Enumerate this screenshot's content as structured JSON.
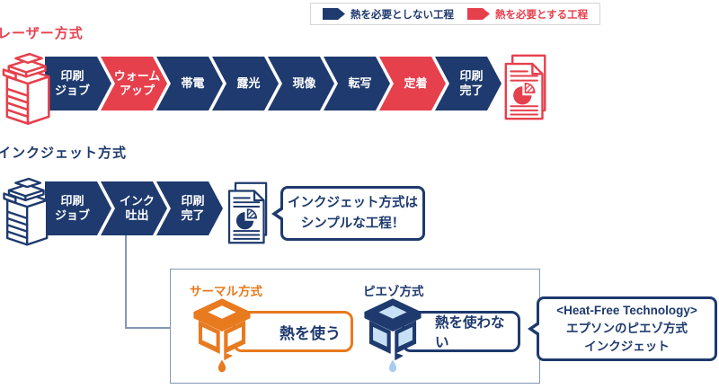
{
  "colors": {
    "navy": "#1e3a6e",
    "red": "#e6404d",
    "orange": "#e87a1f",
    "light_blue": "#c8e0f5",
    "droplet_blue": "#a9cdee",
    "line": "#8696b6",
    "legend_border": "#d6d6d6"
  },
  "legend": {
    "items": [
      {
        "label": "熱を必要としない工程",
        "color": "#1e3a6e"
      },
      {
        "label": "熱を必要とする工程",
        "color": "#e6404d"
      }
    ]
  },
  "laser": {
    "title": "レーザー方式",
    "steps": [
      {
        "label": "印刷\nジョブ",
        "heat": false
      },
      {
        "label": "ウォーム\nアップ",
        "heat": true
      },
      {
        "label": "帯電",
        "heat": false
      },
      {
        "label": "露光",
        "heat": false
      },
      {
        "label": "現像",
        "heat": false
      },
      {
        "label": "転写",
        "heat": false
      },
      {
        "label": "定着",
        "heat": true
      },
      {
        "label": "印刷\n完了",
        "heat": false
      }
    ]
  },
  "inkjet": {
    "title": "インクジェット方式",
    "steps": [
      {
        "label": "印刷\nジョブ",
        "heat": false
      },
      {
        "label": "インク\n吐出",
        "heat": false
      },
      {
        "label": "印刷\n完了",
        "heat": false
      }
    ],
    "bubble": "インクジェット方式は\nシンプルな工程！"
  },
  "detail": {
    "thermal": {
      "title": "サーマル方式",
      "label": "熱を使う"
    },
    "piezo": {
      "title": "ピエゾ方式",
      "label": "熱を使わない"
    },
    "bubble": "<Heat-Free Technology>\nエプソンのピエゾ方式\nインクジェット"
  }
}
